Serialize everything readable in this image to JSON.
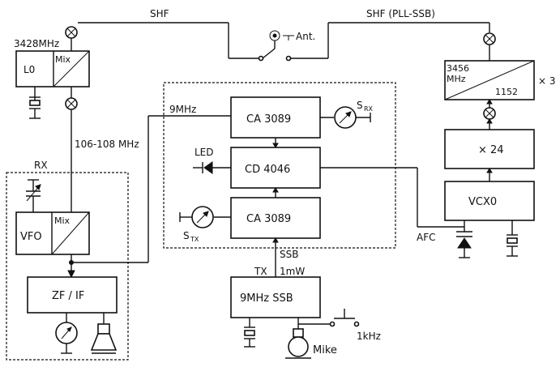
{
  "labels": {
    "shf": "SHF",
    "shf_pll": "SHF (PLL-SSB)",
    "lo_freq": "3428MHz",
    "ant": "Ant.",
    "lo": "L0",
    "mix": "Mix",
    "if_range": "106-108 MHz",
    "rx": "RX",
    "vfo": "VFO",
    "mix2": "Mix",
    "zf_if": "ZF / IF",
    "nine_mhz": "9MHz",
    "ca3089_top": "CA 3089",
    "s_rx": "S",
    "s_rx_sub": "RX",
    "led": "LED",
    "cd4046": "CD 4046",
    "ca3089_bot": "CA 3089",
    "s_tx": "S",
    "s_tx_sub": "TX",
    "ssb": "SSB",
    "tx": "TX",
    "one_mw": "1mW",
    "ssb_block": "9MHz SSB",
    "mike": "Mike",
    "one_khz": "1kHz",
    "afc": "AFC",
    "vcxo": "VCX0",
    "x24": "× 24",
    "mult_freq": "3456",
    "mult_mhz": "MHz",
    "mult_1152": "1152",
    "x3": "× 3"
  }
}
